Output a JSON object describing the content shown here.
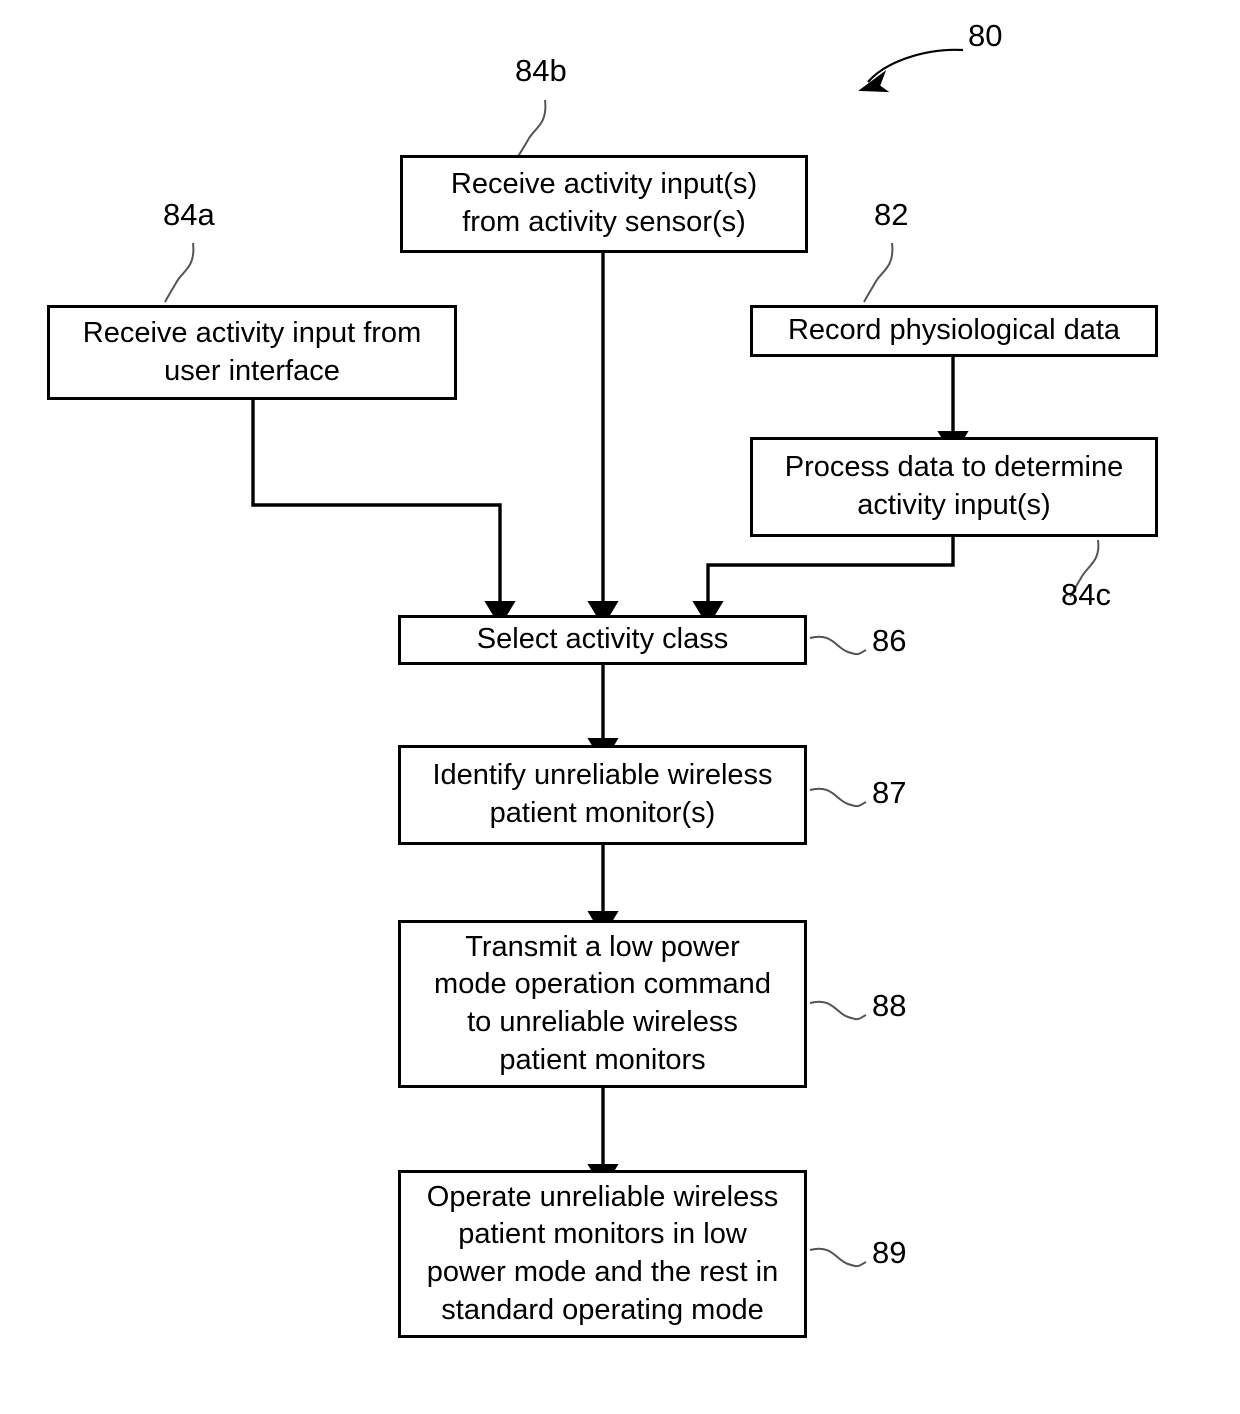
{
  "figure": {
    "number": "80",
    "kind": "patent-flowchart",
    "background_color": "#ffffff",
    "line_color": "#000000"
  },
  "nodes": {
    "activity_sensor": {
      "ref": "84b",
      "text": "Receive activity input(s)\nfrom activity sensor(s)"
    },
    "user_interface": {
      "ref": "84a",
      "text": "Receive activity input from\nuser interface"
    },
    "record_physiological": {
      "ref": "82",
      "text": "Record physiological data"
    },
    "process_data": {
      "ref": "84c",
      "text": "Process data to determine\nactivity input(s)"
    },
    "select_class": {
      "ref": "86",
      "text": "Select activity class"
    },
    "identify_unreliable": {
      "ref": "87",
      "text": "Identify unreliable wireless\npatient monitor(s)"
    },
    "transmit_command": {
      "ref": "88",
      "text": "Transmit a low power\nmode operation command\nto unreliable wireless\npatient monitors"
    },
    "operate_low_power": {
      "ref": "89",
      "text": "Operate unreliable wireless\npatient monitors in low\npower mode and the rest in\nstandard operating mode"
    }
  }
}
